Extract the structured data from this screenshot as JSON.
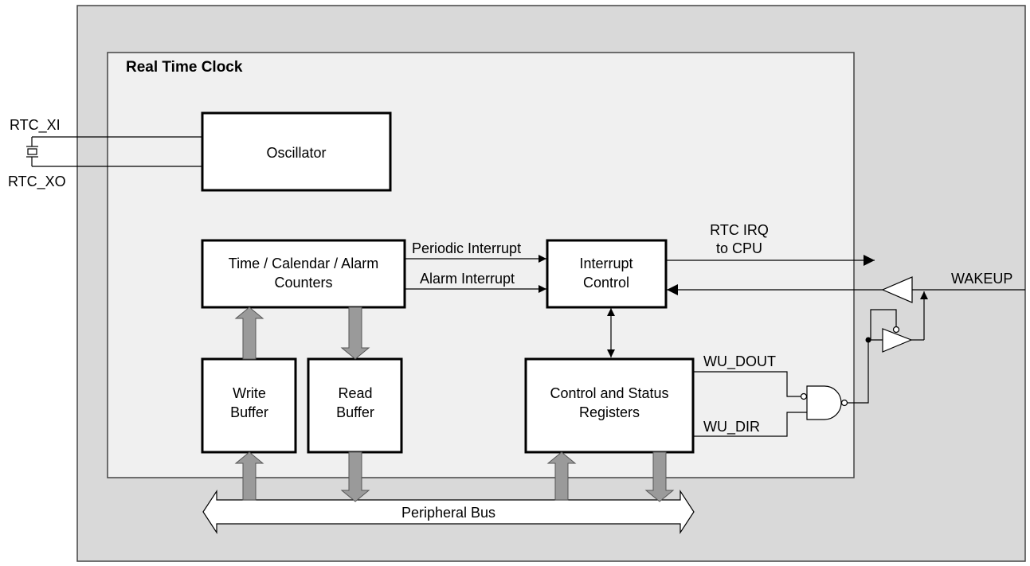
{
  "diagram": {
    "title": "Real Time Clock",
    "pins": {
      "rtc_xi": "RTC_XI",
      "rtc_xo": "RTC_XO",
      "wakeup": "WAKEUP"
    },
    "blocks": {
      "oscillator": "Oscillator",
      "counters_line1": "Time / Calendar / Alarm",
      "counters_line2": "Counters",
      "interrupt_line1": "Interrupt",
      "interrupt_line2": "Control",
      "write_line1": "Write",
      "write_line2": "Buffer",
      "read_line1": "Read",
      "read_line2": "Buffer",
      "csr_line1": "Control and Status",
      "csr_line2": "Registers"
    },
    "signals": {
      "periodic_interrupt": "Periodic Interrupt",
      "alarm_interrupt": "Alarm Interrupt",
      "rtc_irq_line1": "RTC IRQ",
      "rtc_irq_line2": "to CPU",
      "wu_dout": "WU_DOUT",
      "wu_dir": "WU_DIR"
    },
    "bus": "Peripheral Bus"
  }
}
